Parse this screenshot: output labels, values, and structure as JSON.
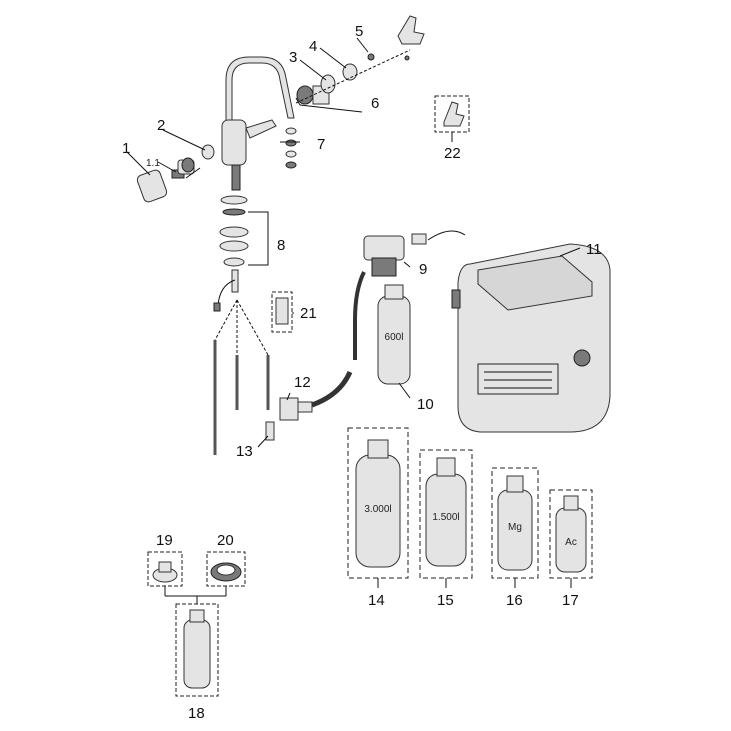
{
  "callouts": {
    "c1": "1",
    "c1_1": "1.1",
    "c2": "2",
    "c3": "3",
    "c4": "4",
    "c5": "5",
    "c6": "6",
    "c7": "7",
    "c8": "8",
    "c9": "9",
    "c10": "10",
    "c11": "11",
    "c12": "12",
    "c13": "13",
    "c14": "14",
    "c15": "15",
    "c16": "16",
    "c17": "17",
    "c18": "18",
    "c19": "19",
    "c20": "20",
    "c21": "21",
    "c22": "22"
  },
  "filters": {
    "f10": "600l",
    "f14": "3.000l",
    "f15": "1.500l",
    "f16": "Mg",
    "f17": "Ac"
  }
}
